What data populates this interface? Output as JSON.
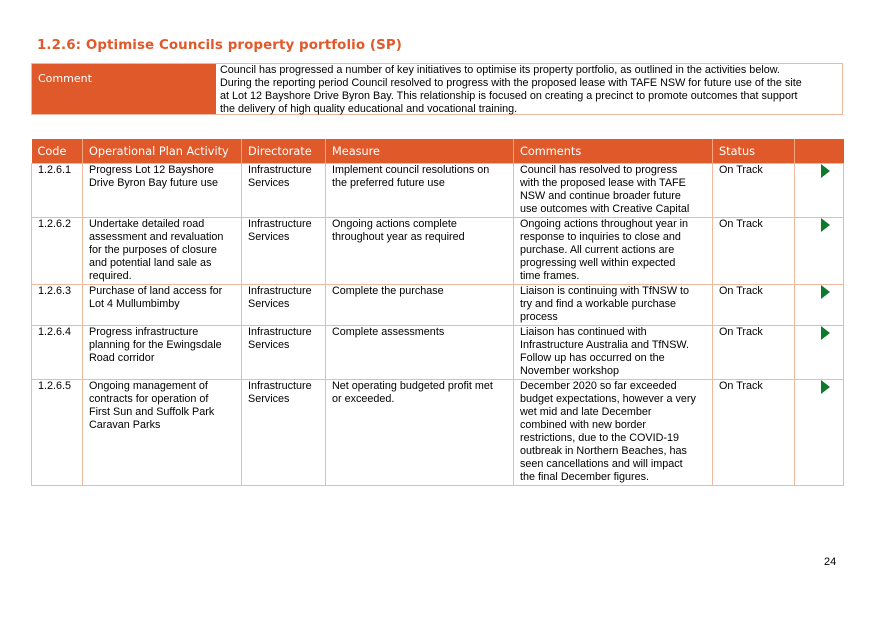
{
  "title": "1.2.6: Optimise Councils property portfolio (SP)",
  "comment": {
    "label": "Comment",
    "text": "Council has progressed a number of key initiatives to optimise its property portfolio, as outlined in the activities below.\nDuring the reporting period Council resolved to progress with the proposed lease with TAFE NSW for future use of the site\nat Lot 12 Bayshore Drive Byron Bay. This relationship is focused on creating a precinct to promote  outcomes that support\nthe delivery of high quality educational and vocational training."
  },
  "table": {
    "headers": [
      "Code",
      "Operational Plan Activity",
      "Directorate",
      "Measure",
      "Comments",
      "Status",
      ""
    ],
    "rows": [
      {
        "code": "1.2.6.1",
        "activity": "Progress Lot 12 Bayshore\nDrive Byron Bay future use",
        "directorate": "Infrastructure\nServices",
        "measure": "Implement council resolutions on\nthe preferred future use",
        "comments": "Council has resolved to progress\nwith the proposed lease with TAFE\nNSW and continue broader future\nuse outcomes with Creative Capital",
        "status": "On Track",
        "icon": "green-arrow-icon"
      },
      {
        "code": "1.2.6.2",
        "activity": "Undertake detailed road\nassessment and revaluation\nfor the purposes of closure\nand potential land sale as\nrequired.",
        "directorate": "Infrastructure\nServices",
        "measure": "Ongoing actions complete\nthroughout year as required",
        "comments": "Ongoing actions throughout year in\nresponse to inquiries to close and\npurchase. All current actions are\nprogressing well within expected\ntime frames.",
        "status": "On Track",
        "icon": "green-arrow-icon"
      },
      {
        "code": "1.2.6.3",
        "activity": "Purchase of land access for\nLot 4 Mullumbimby",
        "directorate": "Infrastructure\nServices",
        "measure": "Complete the purchase",
        "comments": "Liaison is continuing with TfNSW to\ntry and find a workable purchase\nprocess",
        "status": "On Track",
        "icon": "green-arrow-icon"
      },
      {
        "code": "1.2.6.4",
        "activity": "Progress infrastructure\nplanning for the Ewingsdale\nRoad corridor",
        "directorate": "Infrastructure\nServices",
        "measure": "Complete assessments",
        "comments": "Liaison has continued with\nInfrastructure Australia and TfNSW.\nFollow up has occurred on the\nNovember workshop",
        "status": "On Track",
        "icon": "green-arrow-icon"
      },
      {
        "code": "1.2.6.5",
        "activity": "Ongoing management of\ncontracts for operation of\nFirst Sun and Suffolk Park\nCaravan Parks",
        "directorate": "Infrastructure\nServices",
        "measure": "Net operating budgeted profit met\nor exceeded.",
        "comments": "December 2020 so far exceeded\nbudget expectations, however a very\nwet mid and late December\ncombined with new border\nrestrictions, due to the COVID-19\noutbreak in Northern Beaches, has\nseen cancellations and will impact\nthe final December figures.",
        "status": "On Track",
        "icon": "green-arrow-icon"
      }
    ]
  },
  "page_number": "24",
  "colors": {
    "accent": "#E0592A",
    "border": "#F2B89F",
    "status_arrow": "#0E7A2E"
  }
}
